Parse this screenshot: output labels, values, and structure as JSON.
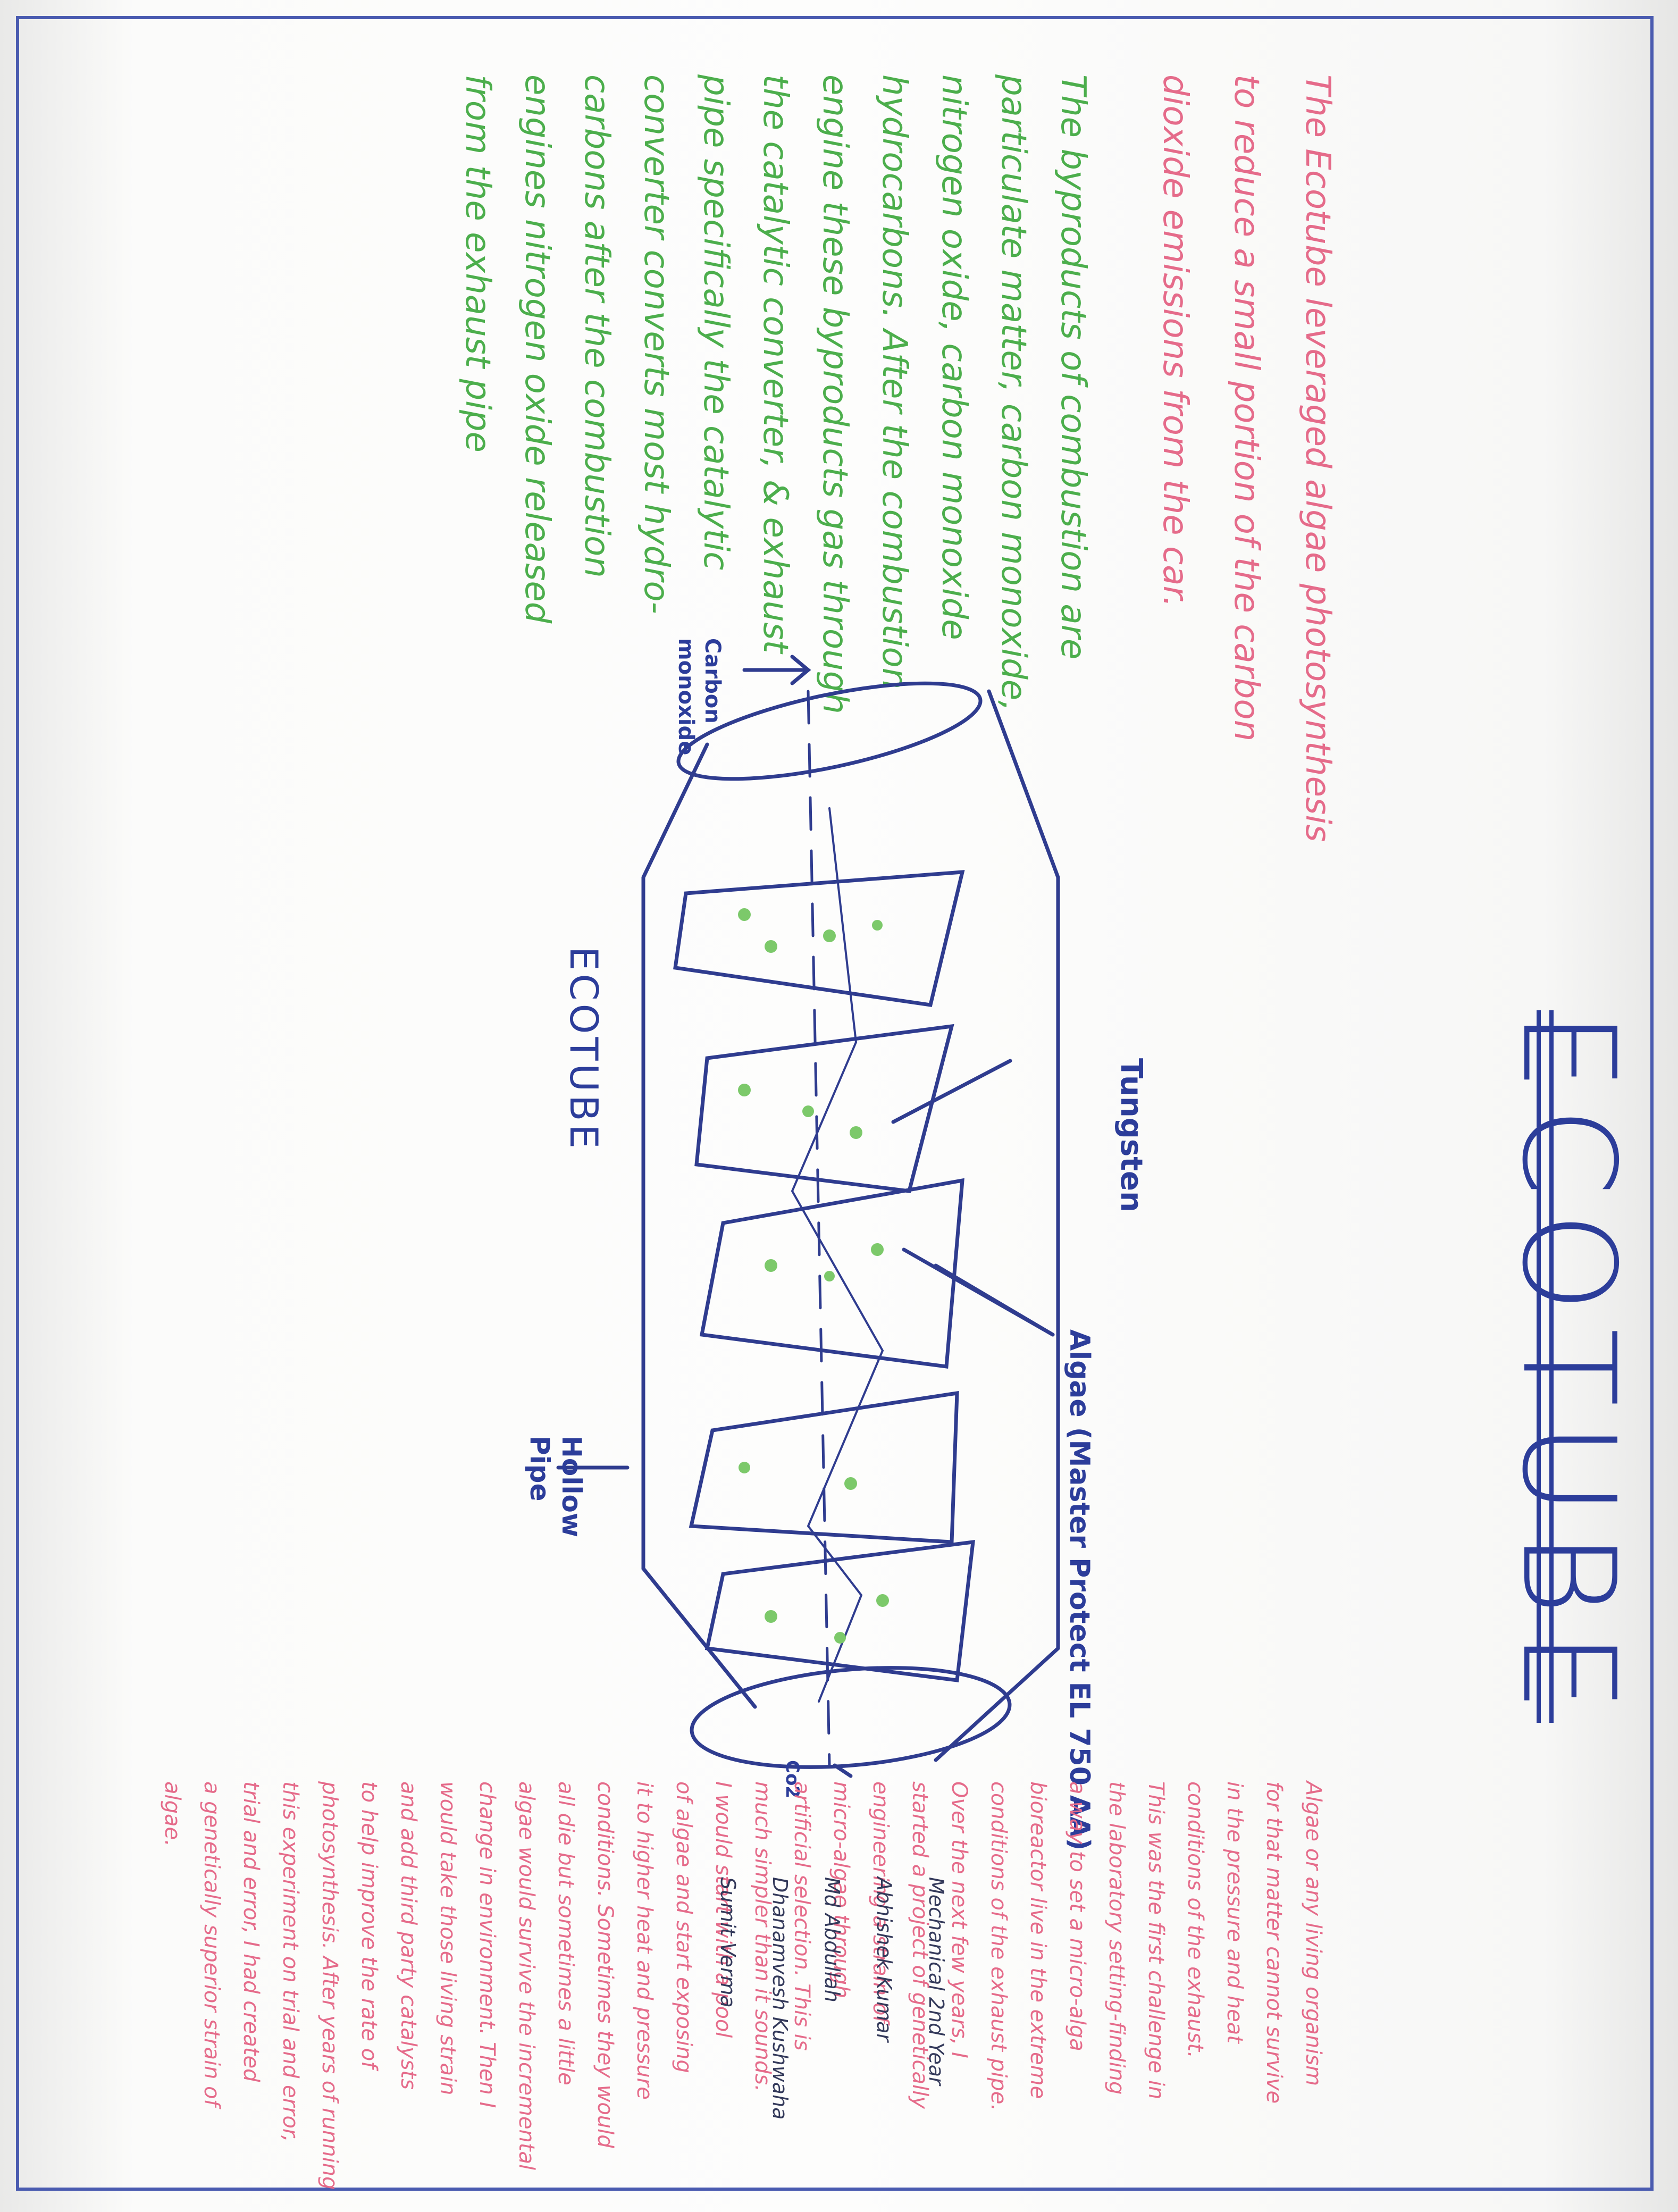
{
  "title": "ECOTUBE",
  "intro_text": [
    "The Ecotube leveraged algae photosynthesis",
    "to reduce a small portion of the carbon",
    "dioxide emissions from the car."
  ],
  "byproducts_text": [
    "The byproducts of combustion are",
    "particulate matter, carbon monoxide,",
    "nitrogen oxide, carbon monoxide",
    "hydrocarbons. After the combustion",
    "engine these byproducts gas through",
    "the catalytic converter, & exhaust",
    "pipe specifically the catalytic",
    "converter converts most hydro-",
    "carbons after the combustion",
    "engines nitrogen oxide released",
    "from the exhaust pipe"
  ],
  "diagram": {
    "label": "ECOTUBE",
    "tungsten_label": "Tungsten",
    "algae_label": "Algae (Master Protect EL 750 AA)",
    "carbon_label": [
      "Carbon",
      "monoxide"
    ],
    "hollow_label": [
      "Hollow",
      "Pipe"
    ],
    "co2_label": "Co2"
  },
  "algae_text": [
    "Algae or any living organism",
    "for that matter cannot survive",
    "in the pressure and heat",
    "conditions of the exhaust.",
    "This was the first challenge in",
    "the laboratory setting-finding",
    "a way to set a micro-alga",
    "bioreactor live in the extreme",
    "conditions of the exhaust pipe.",
    "Over the next few years, I",
    "started a project of genetically",
    "engineering a strain of",
    "micro-algae through",
    "artificial selection. This is",
    "much simpler than it sounds.",
    "I would start with a pool",
    "of algae and start exposing",
    "it to higher heat and pressure",
    "conditions. Sometimes they would",
    "all die but sometimes a little",
    "algae would survive the incremental",
    "change in environment. Then I",
    "would take those living strain",
    "and add third party catalysts",
    "to help improve the rate of",
    "photosynthesis. After years of running",
    "this experiment on trial and error,",
    "trial and error, I had created",
    "a genetically superior strain of",
    "algae."
  ],
  "credits": [
    "Mechanical 2nd Year",
    "Abhishek Kumar",
    "Md Abdullah",
    "Dhanamvesh Kushwaha",
    "Sumit Verma"
  ],
  "colors": {
    "ink_blue": "#2c3d9a",
    "pink": "#e56b8a",
    "green": "#4cae4c",
    "algae_dot": "#7cc96a"
  }
}
